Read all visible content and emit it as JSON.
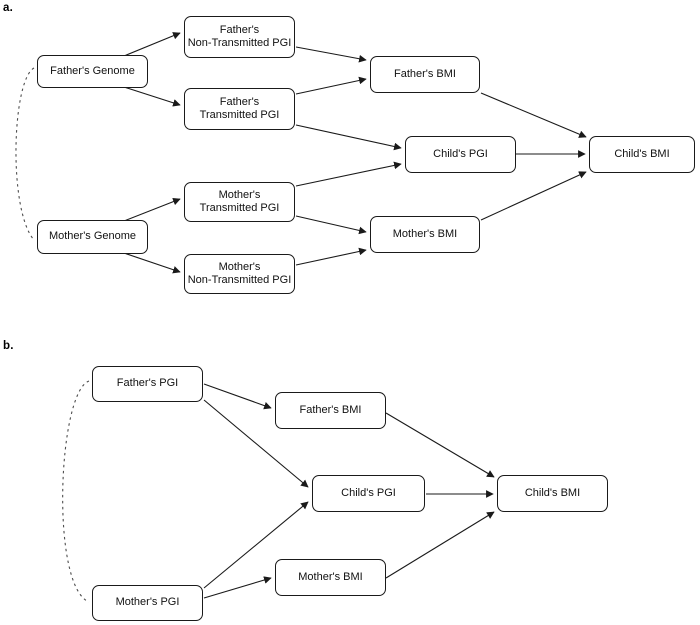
{
  "figure": {
    "panels": [
      {
        "id": "a",
        "label": "a.",
        "nodes": [
          {
            "name": "fathers-genome",
            "text": "Father's Genome"
          },
          {
            "name": "fathers-non-transmitted-pgi",
            "text": "Father's\nNon-Transmitted PGI"
          },
          {
            "name": "fathers-transmitted-pgi",
            "text": "Father's\nTransmitted PGI"
          },
          {
            "name": "fathers-bmi",
            "text": "Father's BMI"
          },
          {
            "name": "childs-pgi",
            "text": "Child's PGI"
          },
          {
            "name": "childs-bmi",
            "text": "Child's BMI"
          },
          {
            "name": "mothers-genome",
            "text": "Mother's Genome"
          },
          {
            "name": "mothers-transmitted-pgi",
            "text": "Mother's\nTransmitted PGI"
          },
          {
            "name": "mothers-non-transmitted-pgi",
            "text": "Mother's\nNon-Transmitted PGI"
          },
          {
            "name": "mothers-bmi",
            "text": "Mother's BMI"
          }
        ],
        "edges": [
          {
            "from": "fathers-genome",
            "to": "fathers-non-transmitted-pgi",
            "style": "solid"
          },
          {
            "from": "fathers-genome",
            "to": "fathers-transmitted-pgi",
            "style": "solid"
          },
          {
            "from": "fathers-non-transmitted-pgi",
            "to": "fathers-bmi",
            "style": "solid"
          },
          {
            "from": "fathers-transmitted-pgi",
            "to": "fathers-bmi",
            "style": "solid"
          },
          {
            "from": "fathers-transmitted-pgi",
            "to": "childs-pgi",
            "style": "solid"
          },
          {
            "from": "fathers-bmi",
            "to": "childs-bmi",
            "style": "solid"
          },
          {
            "from": "childs-pgi",
            "to": "childs-bmi",
            "style": "solid"
          },
          {
            "from": "mothers-genome",
            "to": "mothers-transmitted-pgi",
            "style": "solid"
          },
          {
            "from": "mothers-genome",
            "to": "mothers-non-transmitted-pgi",
            "style": "solid"
          },
          {
            "from": "mothers-transmitted-pgi",
            "to": "childs-pgi",
            "style": "solid"
          },
          {
            "from": "mothers-transmitted-pgi",
            "to": "mothers-bmi",
            "style": "solid"
          },
          {
            "from": "mothers-non-transmitted-pgi",
            "to": "mothers-bmi",
            "style": "solid"
          },
          {
            "from": "mothers-bmi",
            "to": "childs-bmi",
            "style": "solid"
          },
          {
            "from": "fathers-genome",
            "to": "mothers-genome",
            "style": "dashed"
          }
        ]
      },
      {
        "id": "b",
        "label": "b.",
        "nodes": [
          {
            "name": "fathers-pgi",
            "text": "Father's PGI"
          },
          {
            "name": "fathers-bmi",
            "text": "Father's BMI"
          },
          {
            "name": "childs-pgi",
            "text": "Child's PGI"
          },
          {
            "name": "childs-bmi",
            "text": "Child's BMI"
          },
          {
            "name": "mothers-pgi",
            "text": "Mother's PGI"
          },
          {
            "name": "mothers-bmi",
            "text": "Mother's BMI"
          }
        ],
        "edges": [
          {
            "from": "fathers-pgi",
            "to": "fathers-bmi",
            "style": "solid"
          },
          {
            "from": "fathers-pgi",
            "to": "childs-pgi",
            "style": "solid"
          },
          {
            "from": "fathers-bmi",
            "to": "childs-bmi",
            "style": "solid"
          },
          {
            "from": "childs-pgi",
            "to": "childs-bmi",
            "style": "solid"
          },
          {
            "from": "mothers-pgi",
            "to": "childs-pgi",
            "style": "solid"
          },
          {
            "from": "mothers-pgi",
            "to": "mothers-bmi",
            "style": "solid"
          },
          {
            "from": "mothers-bmi",
            "to": "childs-bmi",
            "style": "solid"
          },
          {
            "from": "fathers-pgi",
            "to": "mothers-pgi",
            "style": "dashed"
          }
        ]
      }
    ],
    "colors": {
      "stroke": "#1a1a1a",
      "text": "#111111",
      "background": "#ffffff"
    }
  }
}
